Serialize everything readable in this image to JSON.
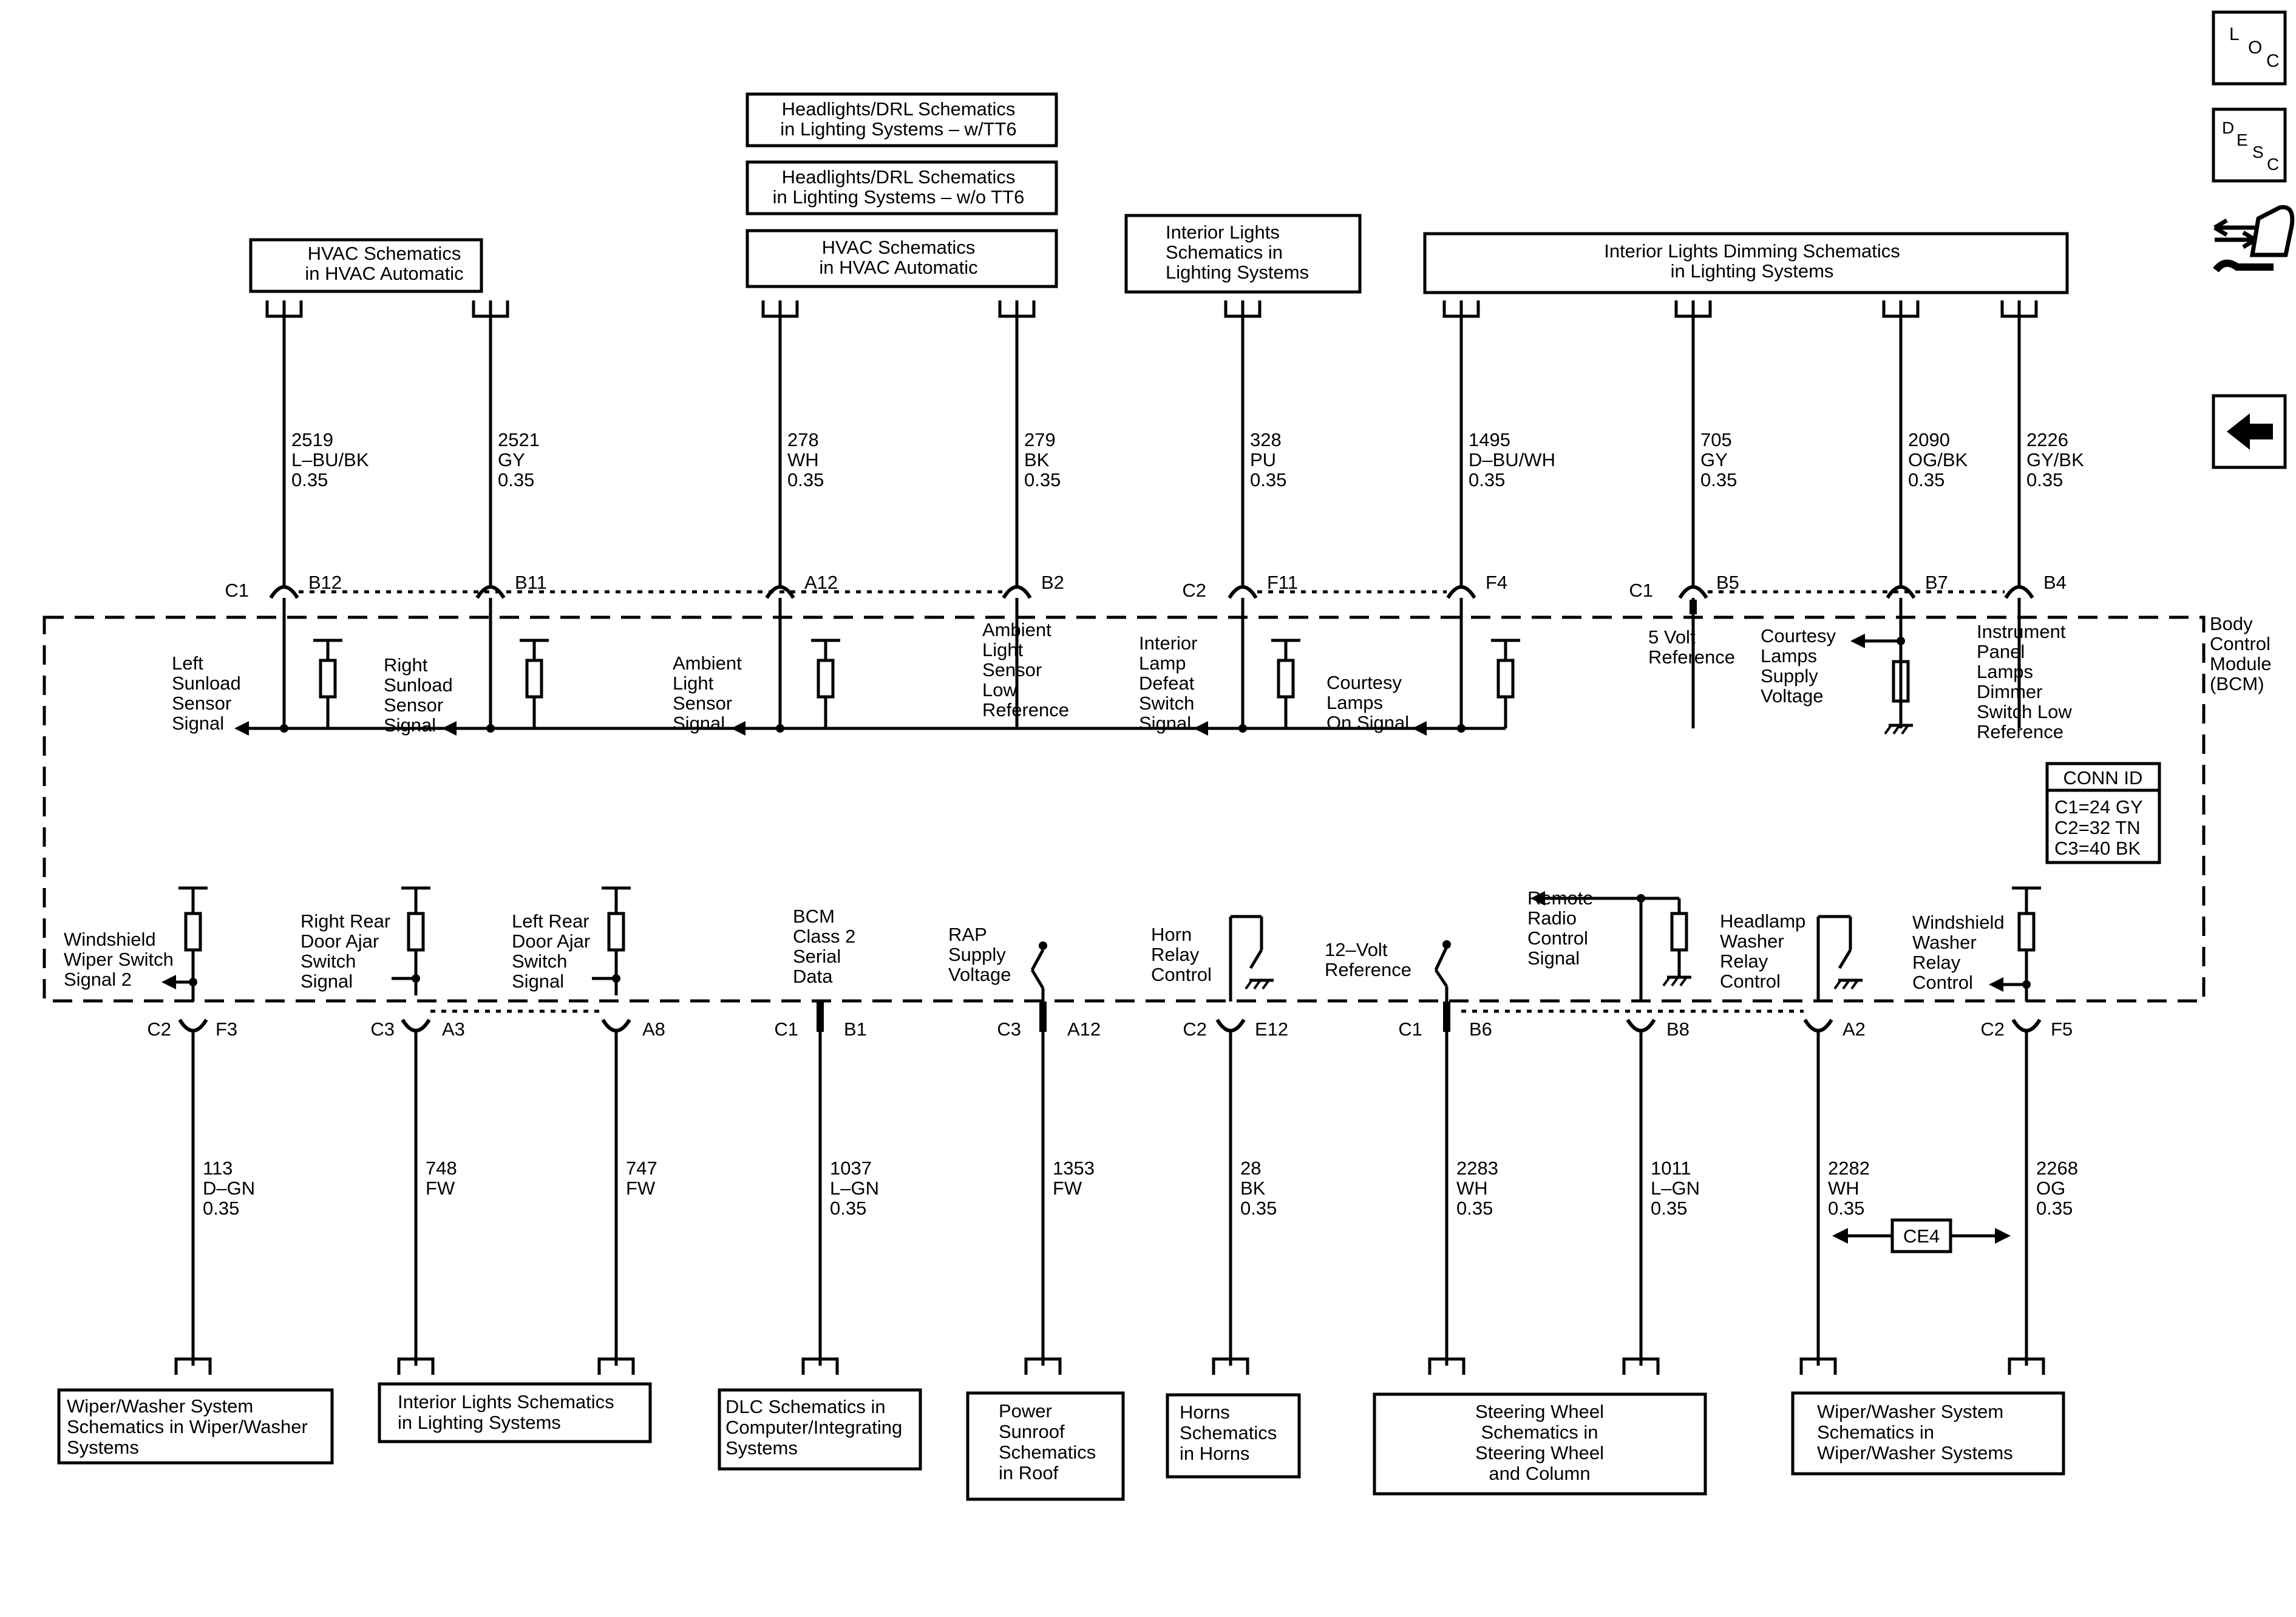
{
  "module": {
    "label": [
      "Body",
      "Control",
      "Module",
      "(BCM)"
    ]
  },
  "conn_id": {
    "title": "CONN ID",
    "lines": [
      "C1=24 GY",
      "C2=32 TN",
      "C3=40 BK"
    ]
  },
  "nav": {
    "loc": {
      "letters": [
        "L",
        "O",
        "C"
      ]
    },
    "desc": {
      "letters": [
        "D",
        "E",
        "S",
        "C"
      ]
    },
    "connector_icon": "connector-harness-icon",
    "back_icon": "left-arrow-icon"
  },
  "top_boxes": [
    {
      "id": "hvac1",
      "lines": [
        "HVAC Schematics",
        "in HVAC Automatic"
      ]
    },
    {
      "id": "drl_tt6",
      "lines": [
        "Headlights/DRL Schematics",
        "in Lighting Systems – w/TT6"
      ]
    },
    {
      "id": "drl_notT6",
      "lines": [
        "Headlights/DRL Schematics",
        "in Lighting Systems – w/o TT6"
      ]
    },
    {
      "id": "hvac2",
      "lines": [
        "HVAC Schematics",
        "in HVAC Automatic"
      ]
    },
    {
      "id": "int_lights",
      "lines": [
        "Interior Lights",
        "Schematics in",
        "Lighting Systems"
      ]
    },
    {
      "id": "dimming",
      "lines": [
        "Interior Lights Dimming Schematics",
        "in Lighting Systems"
      ]
    }
  ],
  "bottom_boxes": [
    {
      "id": "wiper1",
      "lines": [
        "Wiper/Washer System",
        "Schematics in Wiper/Washer",
        "Systems"
      ]
    },
    {
      "id": "int_lights2",
      "lines": [
        "Interior Lights Schematics",
        "in Lighting Systems"
      ]
    },
    {
      "id": "dlc",
      "lines": [
        "DLC Schematics in",
        "Computer/Integrating",
        "Systems"
      ]
    },
    {
      "id": "sunroof",
      "lines": [
        "Power",
        "Sunroof",
        "Schematics",
        "in Roof"
      ]
    },
    {
      "id": "horns",
      "lines": [
        "Horns",
        "Schematics",
        "in Horns"
      ]
    },
    {
      "id": "steering",
      "lines": [
        "Steering Wheel",
        "Schematics in",
        "Steering Wheel",
        "and Column"
      ]
    },
    {
      "id": "wiper2",
      "lines": [
        "Wiper/Washer System",
        "Schematics in",
        "Wiper/Washer Systems"
      ]
    }
  ],
  "top_circuits": [
    {
      "conn": "C1",
      "pin": "B12",
      "circuit": [
        "2519",
        "L–BU/BK",
        "0.35"
      ],
      "func": [
        "Left",
        "Sunload",
        "Sensor",
        "Signal"
      ]
    },
    {
      "conn": "",
      "pin": "B11",
      "circuit": [
        "2521",
        "GY",
        "0.35"
      ],
      "func": [
        "Right",
        "Sunload",
        "Sensor",
        "Signal"
      ]
    },
    {
      "conn": "",
      "pin": "A12",
      "circuit": [
        "278",
        "WH",
        "0.35"
      ],
      "func": [
        "Ambient",
        "Light",
        "Sensor",
        "Signal"
      ]
    },
    {
      "conn": "",
      "pin": "B2",
      "circuit": [
        "279",
        "BK",
        "0.35"
      ],
      "func": [
        "Ambient",
        "Light",
        "Sensor",
        "Low",
        "Reference"
      ]
    },
    {
      "conn": "C2",
      "pin": "F11",
      "circuit": [
        "328",
        "PU",
        "0.35"
      ],
      "func": [
        "Interior",
        "Lamp",
        "Defeat",
        "Switch",
        "Signal"
      ]
    },
    {
      "conn": "",
      "pin": "F4",
      "circuit": [
        "1495",
        "D–BU/WH",
        "0.35"
      ],
      "func": [
        "Courtesy",
        "Lamps",
        "On Signal"
      ]
    },
    {
      "conn": "C1",
      "pin": "B5",
      "circuit": [
        "705",
        "GY",
        "0.35"
      ],
      "func": [
        "5 Volt",
        "Reference"
      ]
    },
    {
      "conn": "",
      "pin": "B7",
      "circuit": [
        "2090",
        "OG/BK",
        "0.35"
      ],
      "func": [
        "Courtesy",
        "Lamps",
        "Supply",
        "Voltage"
      ]
    },
    {
      "conn": "",
      "pin": "B4",
      "circuit": [
        "2226",
        "GY/BK",
        "0.35"
      ],
      "func": [
        "Instrument",
        "Panel",
        "Lamps",
        "Dimmer",
        "Switch Low",
        "Reference"
      ]
    }
  ],
  "bottom_circuits": [
    {
      "conn": "C2",
      "pin": "F3",
      "circuit": [
        "113",
        "D–GN",
        "0.35"
      ],
      "func": [
        "Windshield",
        "Wiper Switch",
        "Signal 2"
      ]
    },
    {
      "conn": "C3",
      "pin": "A3",
      "circuit": [
        "748",
        "FW"
      ],
      "func": [
        "Right Rear",
        "Door Ajar",
        "Switch",
        "Signal"
      ]
    },
    {
      "conn": "",
      "pin": "A8",
      "circuit": [
        "747",
        "FW"
      ],
      "func": [
        "Left Rear",
        "Door Ajar",
        "Switch",
        "Signal"
      ]
    },
    {
      "conn": "C1",
      "pin": "B1",
      "circuit": [
        "1037",
        "L–GN",
        "0.35"
      ],
      "func": [
        "BCM",
        "Class 2",
        "Serial",
        "Data"
      ]
    },
    {
      "conn": "C3",
      "pin": "A12",
      "circuit": [
        "1353",
        "FW"
      ],
      "func": [
        "RAP",
        "Supply",
        "Voltage"
      ]
    },
    {
      "conn": "C2",
      "pin": "E12",
      "circuit": [
        "28",
        "BK",
        "0.35"
      ],
      "func": [
        "Horn",
        "Relay",
        "Control"
      ]
    },
    {
      "conn": "C1",
      "pin": "B6",
      "circuit": [
        "2283",
        "WH",
        "0.35"
      ],
      "func": [
        "12–Volt",
        "Reference"
      ]
    },
    {
      "conn": "",
      "pin": "B8",
      "circuit": [
        "1011",
        "L–GN",
        "0.35"
      ],
      "func": [
        "Remote",
        "Radio",
        "Control",
        "Signal"
      ]
    },
    {
      "conn": "",
      "pin": "A2",
      "circuit": [
        "2282",
        "WH",
        "0.35"
      ],
      "func": [
        "Headlamp",
        "Washer",
        "Relay",
        "Control"
      ]
    },
    {
      "conn": "C2",
      "pin": "F5",
      "circuit": [
        "2268",
        "OG",
        "0.35"
      ],
      "func": [
        "Windshield",
        "Washer",
        "Relay",
        "Control"
      ]
    }
  ],
  "ce4": {
    "label": "CE4"
  }
}
